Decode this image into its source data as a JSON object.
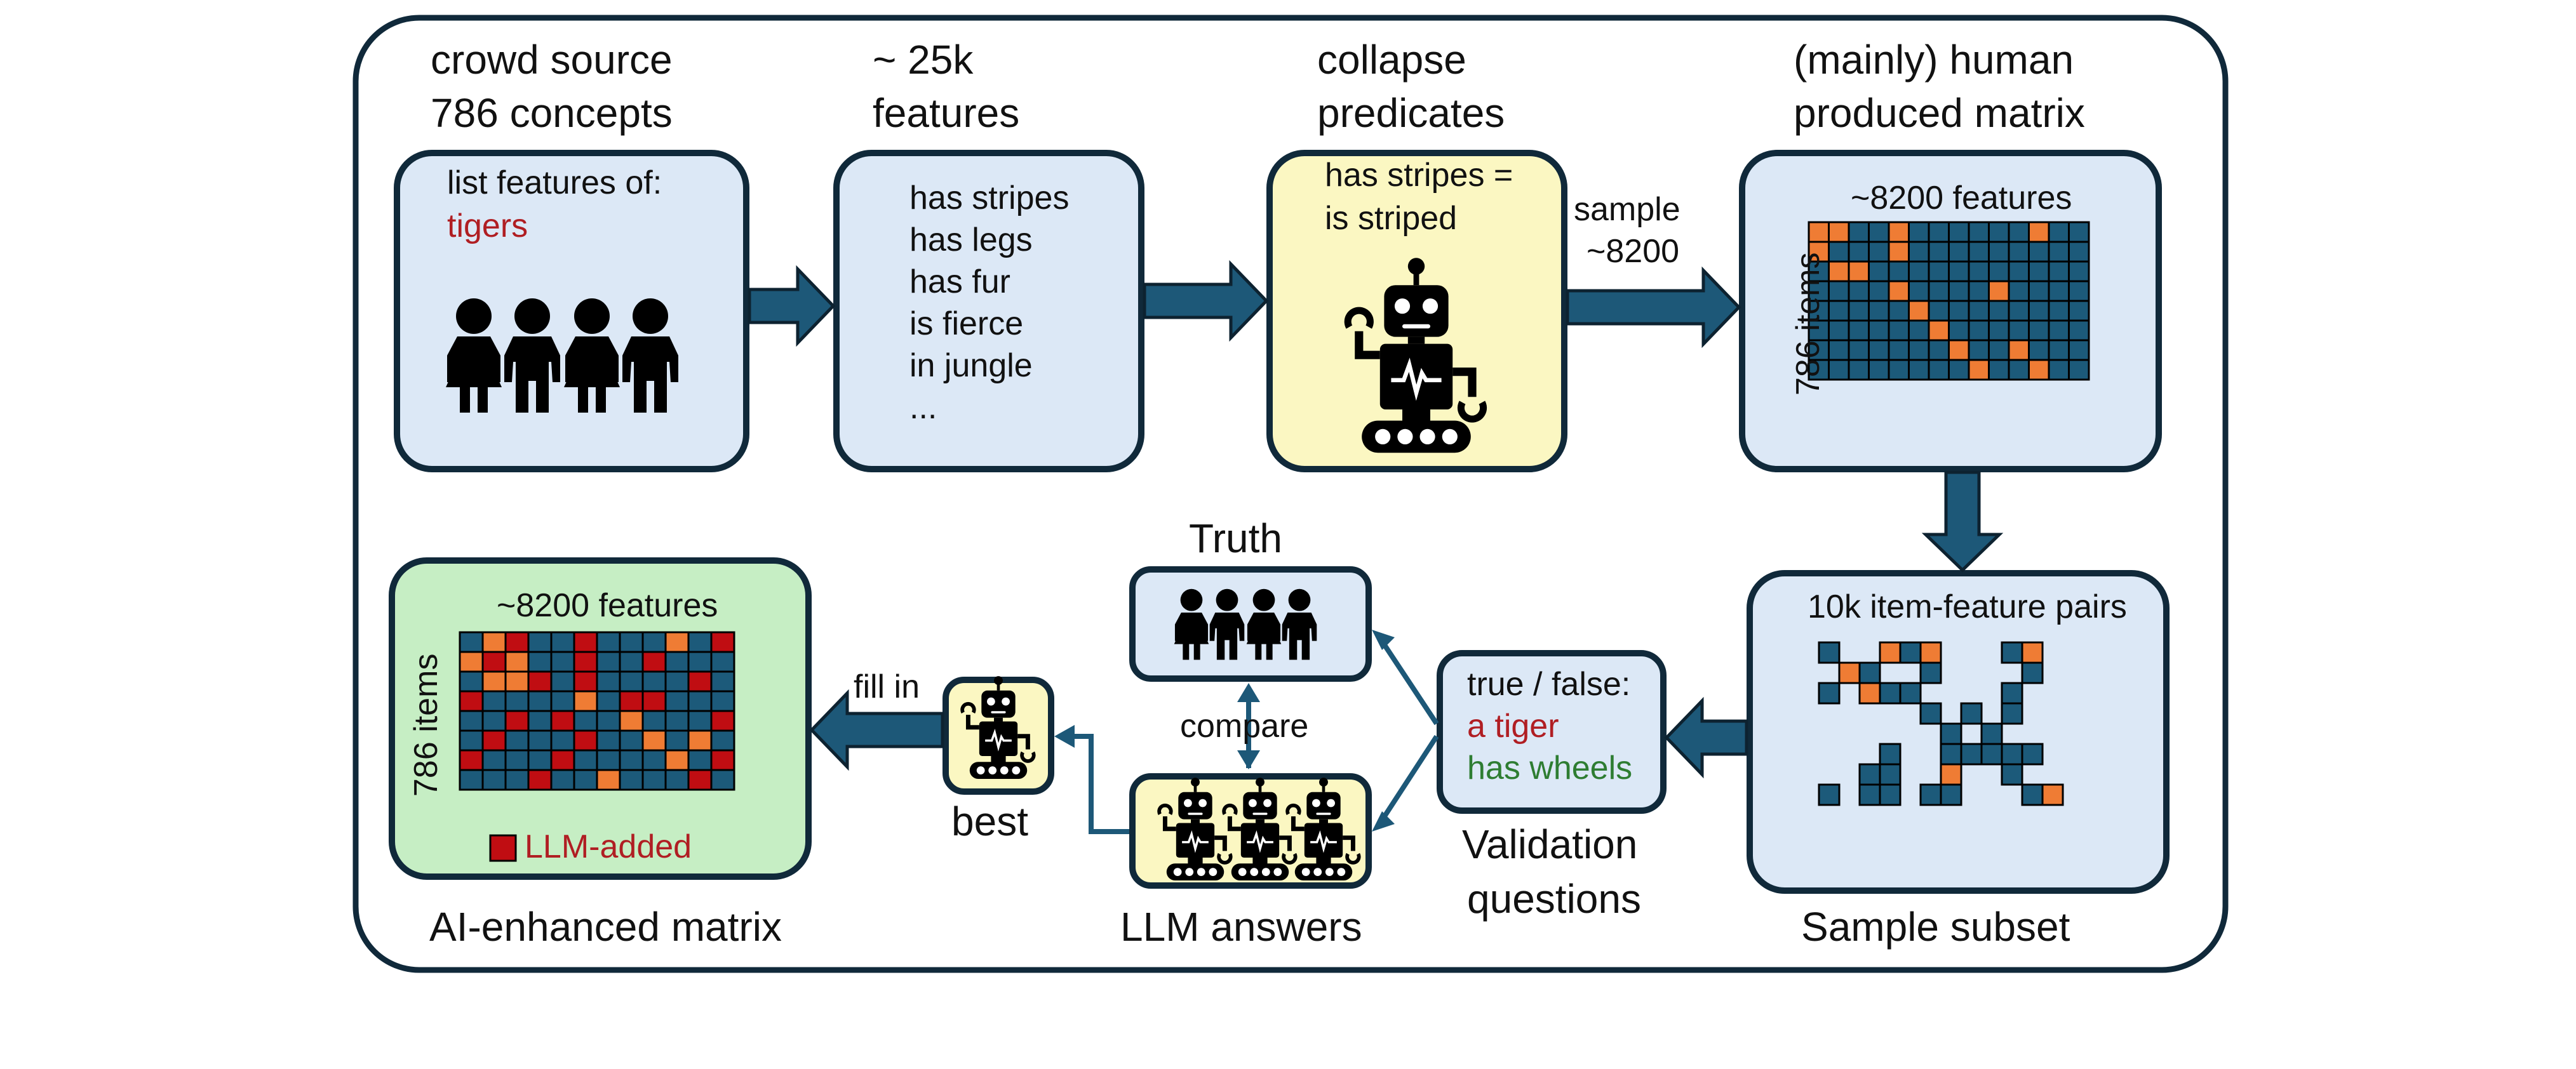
{
  "colors": {
    "outline": "#10293a",
    "arrow": "#1d5878",
    "cell_blue": "#1c5a7a",
    "cell_orange": "#ef7c34",
    "cell_red": "#c00d12",
    "box_blue": "#dce8f6",
    "box_yellow": "#fbf7c2",
    "box_green": "#c6eec4",
    "text_red": "#b01e23",
    "text_green": "#2e7d32"
  },
  "steps": {
    "crowd": {
      "line1": "crowd source",
      "line2": "786 concepts",
      "prompt": "list features of:",
      "concept": "tigers",
      "icon": "people-group-icon"
    },
    "features": {
      "line1": "~ 25k",
      "line2": "features",
      "items": [
        "has stripes",
        "has legs",
        "has fur",
        "is fierce",
        "in jungle",
        "..."
      ]
    },
    "collapse": {
      "line1": "collapse",
      "line2": "predicates",
      "text1": "has stripes =",
      "text2": "is striped",
      "icon": "robot-icon"
    },
    "sample_arrow": {
      "line1": "sample",
      "line2": "~8200"
    },
    "human_matrix": {
      "line1": "(mainly) human",
      "line2": "produced matrix",
      "cols_label": "~8200 features",
      "rows_label": "786 items"
    },
    "subset": {
      "title": "10k item-feature pairs",
      "caption": "Sample subset"
    },
    "validation": {
      "line1": "true / false:",
      "line2": "a tiger",
      "line3": "has wheels",
      "caption1": "Validation",
      "caption2": "questions"
    },
    "truth": {
      "label": "Truth",
      "icon": "people-group-icon"
    },
    "compare": {
      "label": "compare"
    },
    "llm": {
      "label": "LLM answers",
      "icon": "robot-icon"
    },
    "best": {
      "label": "best",
      "icon": "robot-icon"
    },
    "fill": {
      "label": "fill in"
    },
    "ai_matrix": {
      "cols_label": "~8200 features",
      "rows_label": "786 items",
      "legend": "LLM-added",
      "caption": "AI-enhanced matrix"
    }
  }
}
